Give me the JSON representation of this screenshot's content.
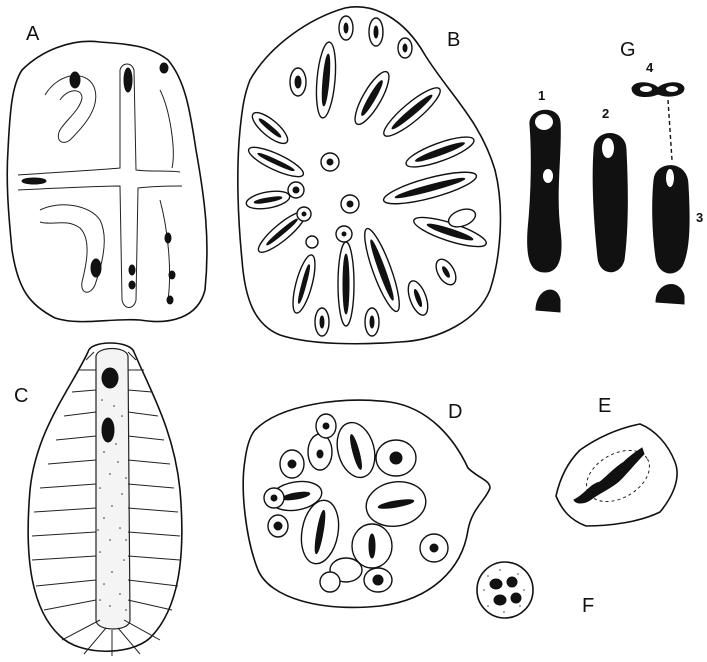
{
  "panels": {
    "a": {
      "label": "A"
    },
    "b": {
      "label": "B"
    },
    "c": {
      "label": "C"
    },
    "d": {
      "label": "D"
    },
    "e": {
      "label": "E"
    },
    "f": {
      "label": "F"
    },
    "g": {
      "label": "G",
      "sub_labels": [
        "1",
        "2",
        "3",
        "4"
      ]
    }
  }
}
